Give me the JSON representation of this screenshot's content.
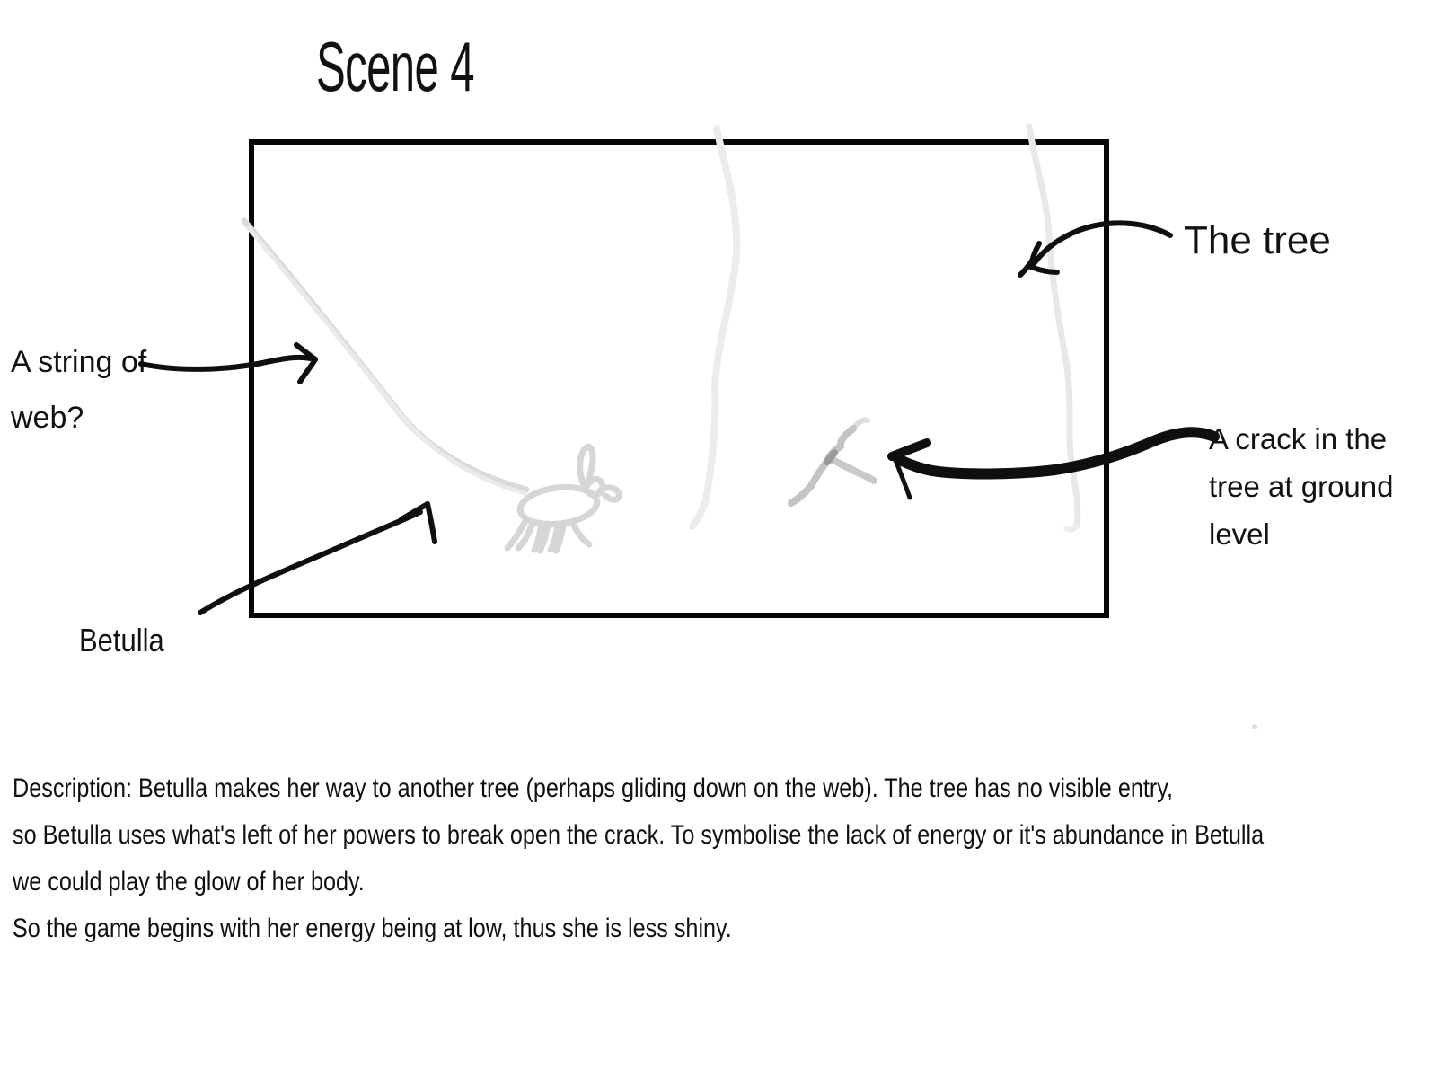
{
  "title": "Scene 4",
  "labels": {
    "web": {
      "lines": [
        "A string of",
        "web?"
      ]
    },
    "tree": {
      "label": "The tree"
    },
    "crack": {
      "lines": [
        "A crack in the",
        "tree at ground",
        "level"
      ]
    },
    "betulla": {
      "label": "Betulla"
    }
  },
  "description": {
    "lines": [
      "Description: Betulla makes her way to another tree (perhaps gliding down on the web). The tree has no visible entry,",
      "so Betulla uses what's left of her powers to break open the crack. To symbolise the lack of energy or it's abundance in Betulla",
      "we could play the glow of her body.",
      "So the game begins with her energy being at low, thus she is less shiny."
    ]
  },
  "colors": {
    "ink": "#0f0f0f",
    "frame": "#050505",
    "faint_sketch": "#e2e2e2",
    "crack_sketch": "#c4c4c4",
    "background": "#ffffff"
  }
}
